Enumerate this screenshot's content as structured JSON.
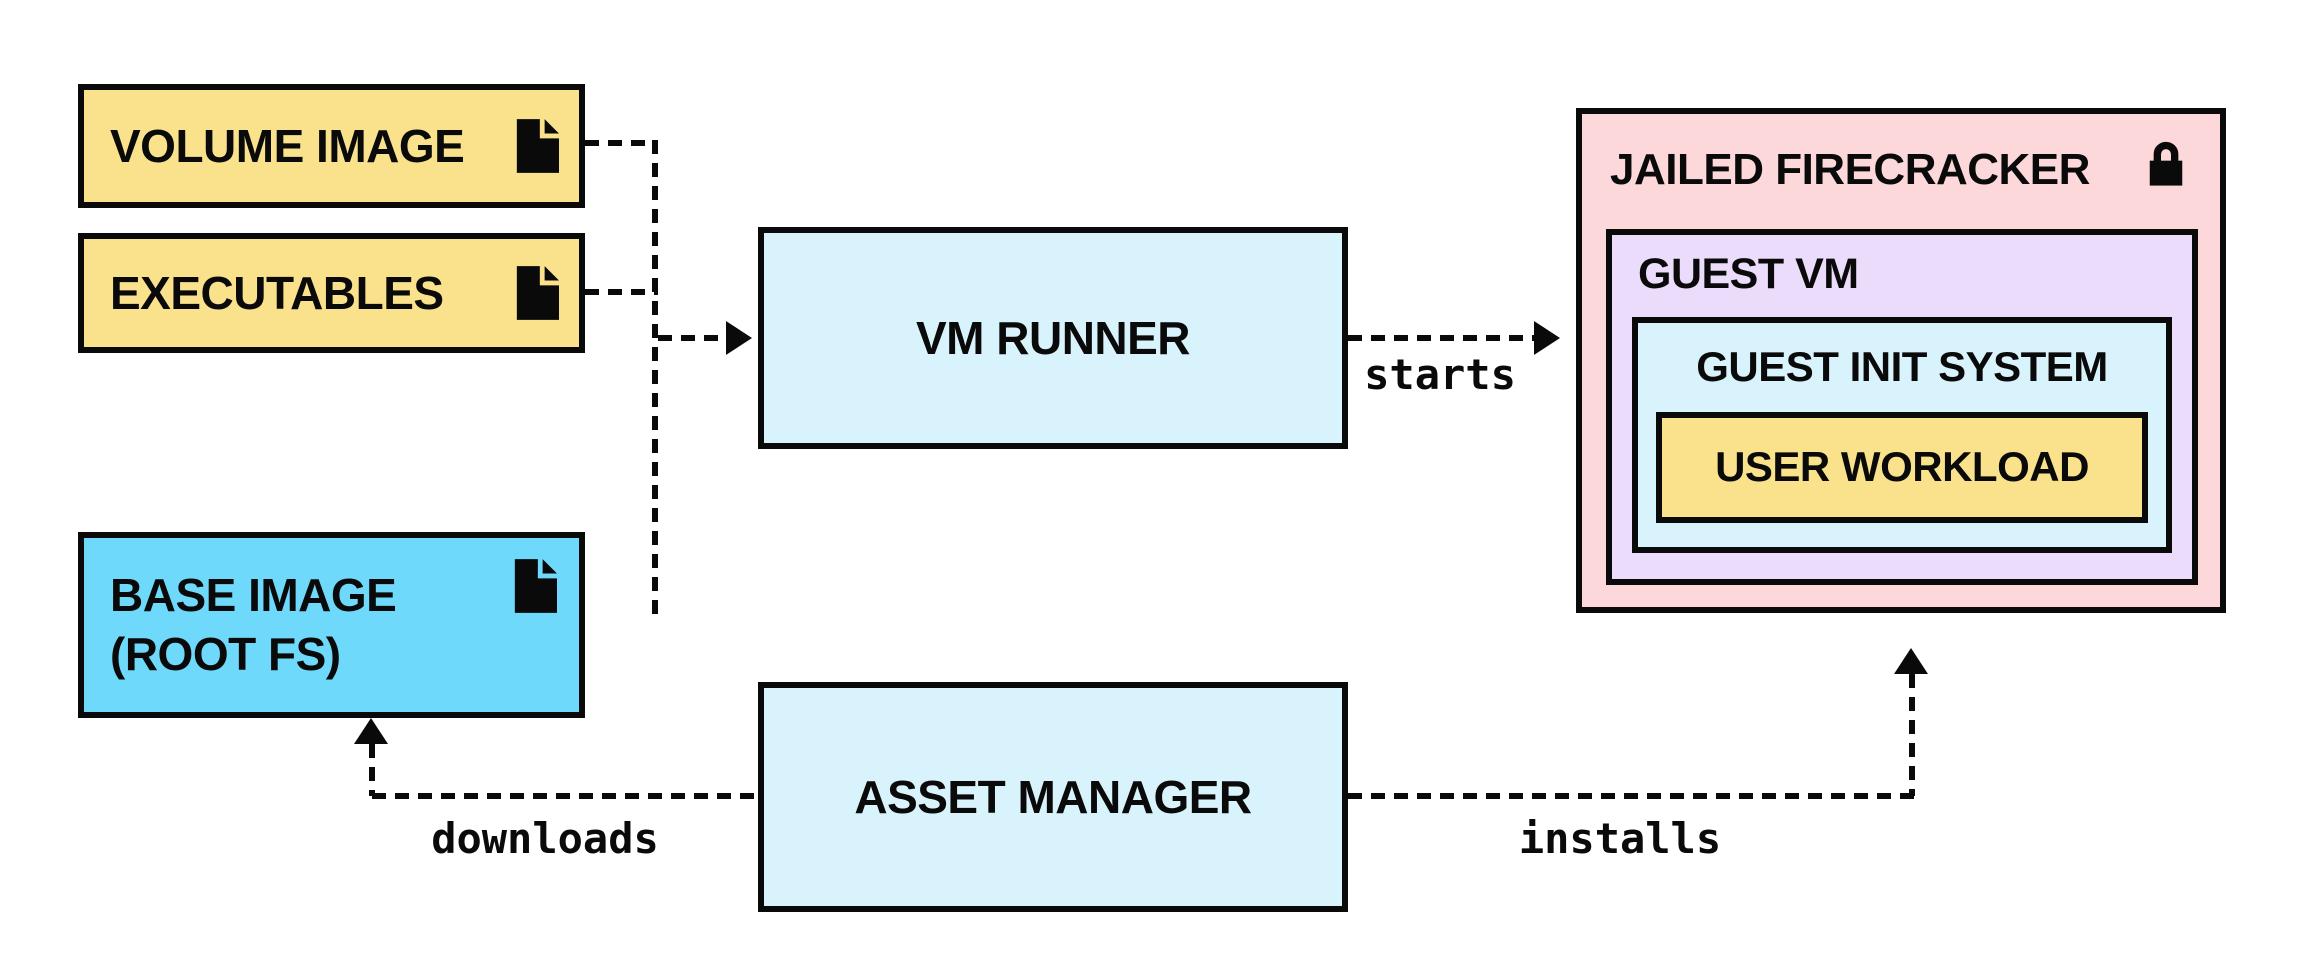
{
  "diagram": {
    "nodes": {
      "volume_image": {
        "label": "VOLUME IMAGE",
        "icon": "file-icon"
      },
      "executables": {
        "label": "EXECUTABLES",
        "icon": "file-icon"
      },
      "base_image": {
        "label_lines": [
          "BASE IMAGE",
          "(ROOT FS)"
        ],
        "icon": "file-icon"
      },
      "vm_runner": {
        "label": "VM RUNNER"
      },
      "asset_manager": {
        "label": "ASSET MANAGER"
      },
      "jailed_firecracker": {
        "label": "JAILED FIRECRACKER",
        "icon": "lock-icon"
      },
      "guest_vm": {
        "label": "GUEST VM"
      },
      "guest_init_system": {
        "label": "GUEST INIT SYSTEM"
      },
      "user_workload": {
        "label": "USER WORKLOAD"
      }
    },
    "edges": [
      {
        "label": "starts",
        "from": "vm_runner",
        "to": "jailed_firecracker"
      },
      {
        "label": "downloads",
        "from": "asset_manager",
        "to": "base_image"
      },
      {
        "label": "installs",
        "from": "asset_manager",
        "to": "jailed_firecracker"
      }
    ]
  },
  "colors": {
    "yellow": "#FAE28C",
    "cyan": "#6FD9FB",
    "lightblue": "#D9F3FC",
    "pink": "#FDD8DA",
    "lavender": "#ECDCFC",
    "ink": "#0A0A0A",
    "bg": "#FFFFFF"
  }
}
